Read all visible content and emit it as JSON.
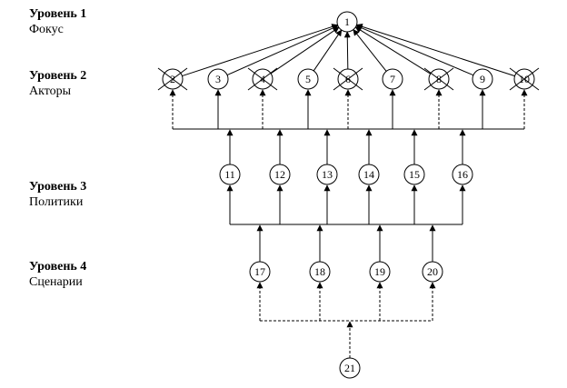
{
  "levels": [
    {
      "title": "Уровень 1",
      "subtitle": "Фокус"
    },
    {
      "title": "Уровень 2",
      "subtitle": "Акторы"
    },
    {
      "title": "Уровень 3",
      "subtitle": "Политики"
    },
    {
      "title": "Уровень 4",
      "subtitle": "Сценарии"
    }
  ],
  "nodes": {
    "focus": "1",
    "actors": [
      "2",
      "3",
      "4",
      "5",
      "6",
      "7",
      "8",
      "9",
      "10"
    ],
    "crossed_actors": [
      "2",
      "4",
      "6",
      "8",
      "10"
    ],
    "policies": [
      "11",
      "12",
      "13",
      "14",
      "15",
      "16"
    ],
    "scenarios": [
      "17",
      "18",
      "19",
      "20"
    ],
    "root": "21"
  }
}
